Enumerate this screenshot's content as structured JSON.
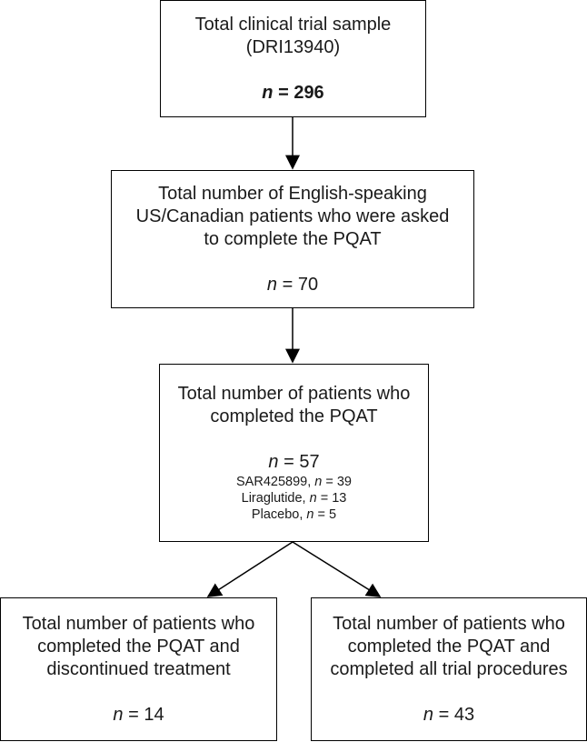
{
  "boxes": {
    "total": {
      "lines": [
        "Total clinical trial sample",
        "(DRI13940)"
      ],
      "n_symbol": "n",
      "n_value": "= 296"
    },
    "english": {
      "lines": [
        "Total number of English-speaking",
        "US/Canadian patients who were asked",
        "to complete the PQAT"
      ],
      "n_symbol": "n",
      "n_value": "= 70"
    },
    "completed": {
      "lines": [
        "Total number of patients who",
        "completed the PQAT"
      ],
      "n_symbol": "n",
      "n_value": "= 57",
      "arms": [
        {
          "name": "SAR425899,",
          "n_symbol": "n",
          "n_value": "= 39"
        },
        {
          "name": "Liraglutide,",
          "n_symbol": "n",
          "n_value": "= 13"
        },
        {
          "name": "Placebo,",
          "n_symbol": "n",
          "n_value": "= 5"
        }
      ]
    },
    "discontinued": {
      "lines": [
        "Total number of patients who",
        "completed the PQAT and",
        "discontinued treatment"
      ],
      "n_symbol": "n",
      "n_value": "= 14"
    },
    "alltrial": {
      "lines": [
        "Total number of patients who",
        "completed the PQAT and",
        "completed all trial procedures"
      ],
      "n_symbol": "n",
      "n_value": "= 43"
    }
  }
}
